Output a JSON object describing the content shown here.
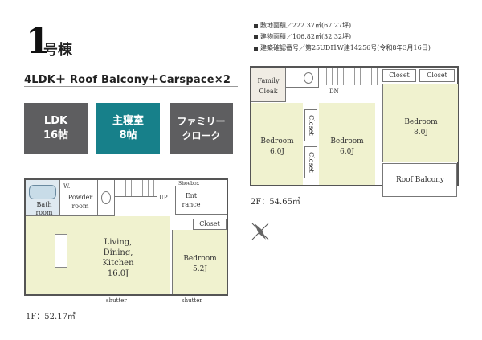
{
  "header": {
    "building_number": "1",
    "building_suffix": "号棟",
    "plan": "4LDK＋ Roof Balcony＋Carspace×2"
  },
  "tiles": [
    {
      "line1": "LDK",
      "line2": "16帖",
      "color": "#5e5e60"
    },
    {
      "line1": "主寝室",
      "line2": "8帖",
      "color": "#17808a"
    },
    {
      "line1": "ファミリー",
      "line2": "クローク",
      "color": "#5e5e60"
    }
  ],
  "info": {
    "line1": "敷地面積／222.37㎡(67.27坪)",
    "line2": "建物面積／106.82㎡(32.32坪)",
    "line3": "建築確認番号／第25UDI1W建14256号(令和8年3月16日)"
  },
  "floor1": {
    "label": "1F：52.17㎡",
    "bath": "Bath room",
    "wc": "W.",
    "powder": "Powder room",
    "shoebox": "Shoebox",
    "up": "UP",
    "entrance": "Ent rance",
    "ldk_l1": "Living,",
    "ldk_l2": "Dining,",
    "ldk_l3": "Kitchen",
    "ldk_l4": "16.0J",
    "bedroom_name": "Bedroom",
    "bedroom_size": "5.2J",
    "closet": "Closet",
    "shutter1": "shutter",
    "shutter2": "shutter"
  },
  "floor2": {
    "label": "2F：54.65㎡",
    "family_l1": "Family",
    "family_l2": "Cloak",
    "dn": "DN",
    "closet_a": "Closet",
    "closet_b": "Closet",
    "closet_v1": "Closet",
    "closet_v2": "Closet",
    "bed1_name": "Bedroom",
    "bed1_size": "6.0J",
    "bed2_name": "Bedroom",
    "bed2_size": "6.0J",
    "bed3_name": "Bedroom",
    "bed3_size": "8.0J",
    "roof_balcony": "Roof Balcony"
  }
}
